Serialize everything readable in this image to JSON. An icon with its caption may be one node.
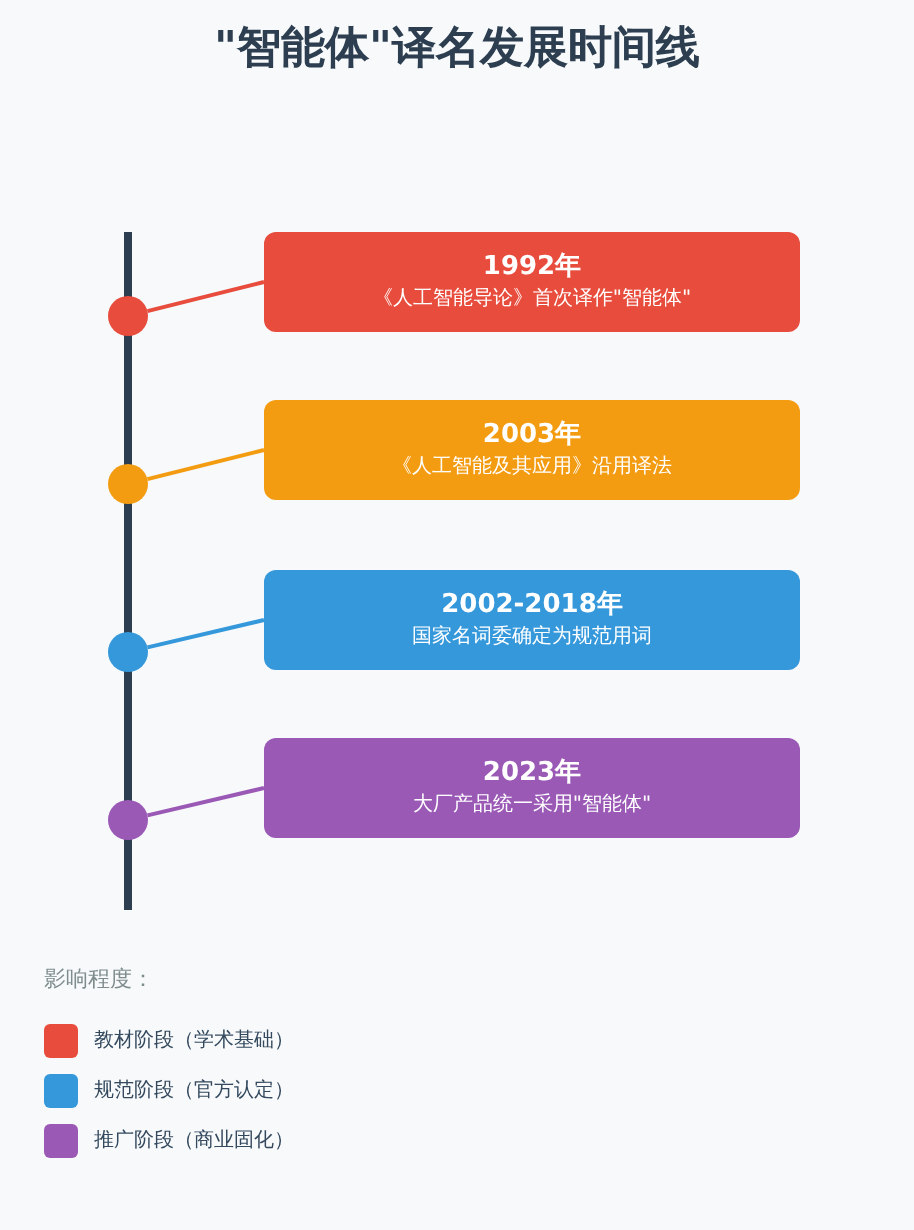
{
  "diagram": {
    "title": "\"智能体\"译名发展时间线",
    "nodes": [
      {
        "text": [
          "1992年",
          "《人工智能导论》首次译作\"智能体\""
        ]
      },
      {
        "text": [],
        "shape": "circle"
      },
      {
        "text": [
          "2003年",
          "《人工智能及其应用》沿用译法"
        ]
      },
      {
        "text": [],
        "shape": "circle"
      },
      {
        "text": [
          "2002-2018年",
          "国家名词委确定为规范用词"
        ]
      },
      {
        "text": [],
        "shape": "circle"
      },
      {
        "text": [
          "2023年",
          "大厂产品统一采用\"智能体\""
        ]
      },
      {
        "text": [],
        "shape": "circle"
      }
    ],
    "edges": [
      {
        "from": 1,
        "to": 0,
        "arrow": "none",
        "color": "#e74c3c"
      },
      {
        "from": 3,
        "to": 2,
        "arrow": "none",
        "color": "#f39c12"
      },
      {
        "from": 5,
        "to": 4,
        "arrow": "none",
        "color": "#3498db"
      },
      {
        "from": 7,
        "to": 6,
        "arrow": "none",
        "color": "#9b59b6"
      }
    ],
    "labels": [
      "影响程度："
    ],
    "legend": [
      {
        "text": "教材阶段（学术基础）",
        "color": "#e74c3c"
      },
      {
        "text": "规范阶段（官方认定）",
        "color": "#3498db"
      },
      {
        "text": "推广阶段（商业固化）",
        "color": "#9b59b6"
      }
    ]
  }
}
